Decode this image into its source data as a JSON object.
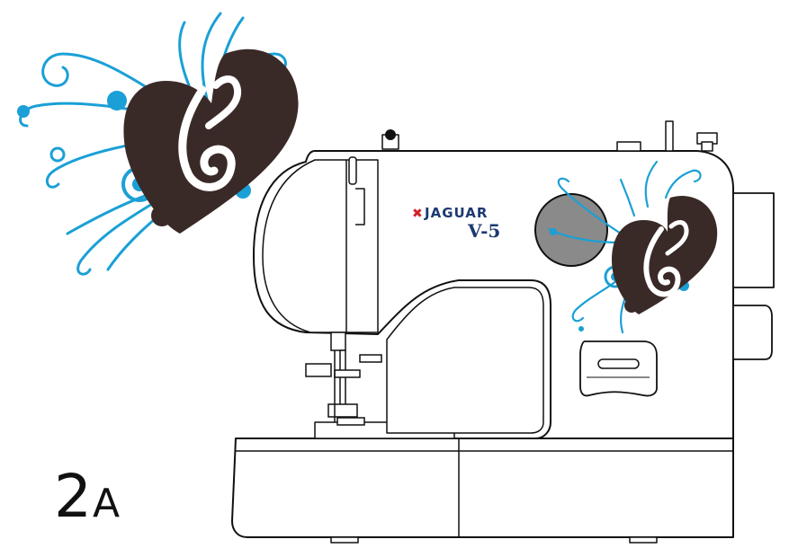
{
  "illustration": {
    "subject": "sewing-machine",
    "brand_mark": "✖",
    "brand_name": "JAGUAR",
    "model_name": "V-5",
    "colors": {
      "outline": "#111111",
      "body_fill": "#ffffff",
      "swirl_accent": "#1aa0d6",
      "heart_fill": "#3a2a27",
      "brand_red": "#d0202a",
      "brand_navy": "#1c3a70",
      "dial_fill": "#8a8a8a"
    }
  },
  "variant_label": {
    "number": "2",
    "letter": "A"
  }
}
